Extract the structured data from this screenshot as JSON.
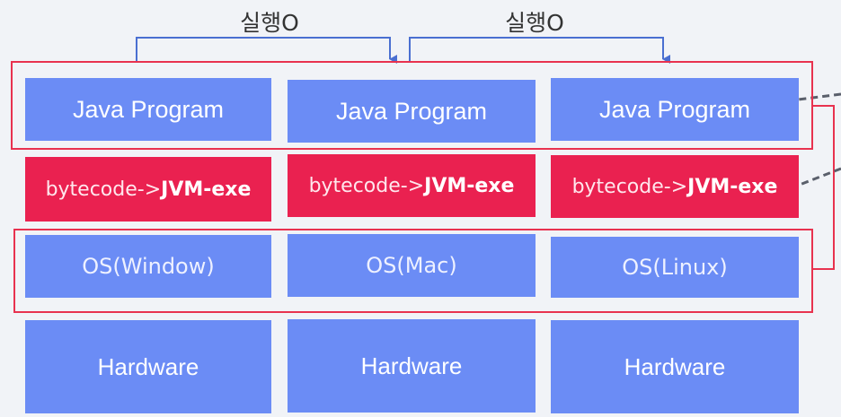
{
  "exec_labels": [
    "실행O",
    "실행O"
  ],
  "columns": [
    {
      "program": "Java Program",
      "bytecode_prefix": "bytecode->",
      "bytecode_bold": "JVM-exe",
      "os": "OS(Window)",
      "hardware": "Hardware"
    },
    {
      "program": "Java Program",
      "bytecode_prefix": "bytecode->",
      "bytecode_bold": "JVM-exe",
      "os": "OS(Mac)",
      "hardware": "Hardware"
    },
    {
      "program": "Java Program",
      "bytecode_prefix": "bytecode->",
      "bytecode_bold": "JVM-exe",
      "os": "OS(Linux)",
      "hardware": "Hardware"
    }
  ],
  "colors": {
    "layer_blue": "#6b8cf5",
    "bytecode_red": "#ea2150",
    "frame_red": "#e8324f",
    "connector": "#4a6fd1"
  }
}
